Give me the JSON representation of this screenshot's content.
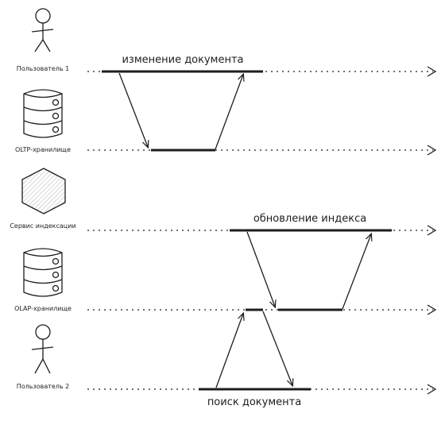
{
  "lanes": [
    {
      "label": "Пользователь 1",
      "icon": "user-stick-figure-icon"
    },
    {
      "label": "OLTP-хранилище",
      "icon": "database-icon"
    },
    {
      "label": "Сервис индексации",
      "icon": "hexagon-service-icon"
    },
    {
      "label": "OLAP-хранилище",
      "icon": "database-icon"
    },
    {
      "label": "Пользователь 2",
      "icon": "user-stick-figure-icon"
    }
  ],
  "flows": [
    {
      "label": "изменение документа"
    },
    {
      "label": "обновление индекса"
    },
    {
      "label": "поиск документа"
    }
  ],
  "colors": {
    "stroke": "#1e1e1e",
    "hatch": "#c8c8c8"
  }
}
